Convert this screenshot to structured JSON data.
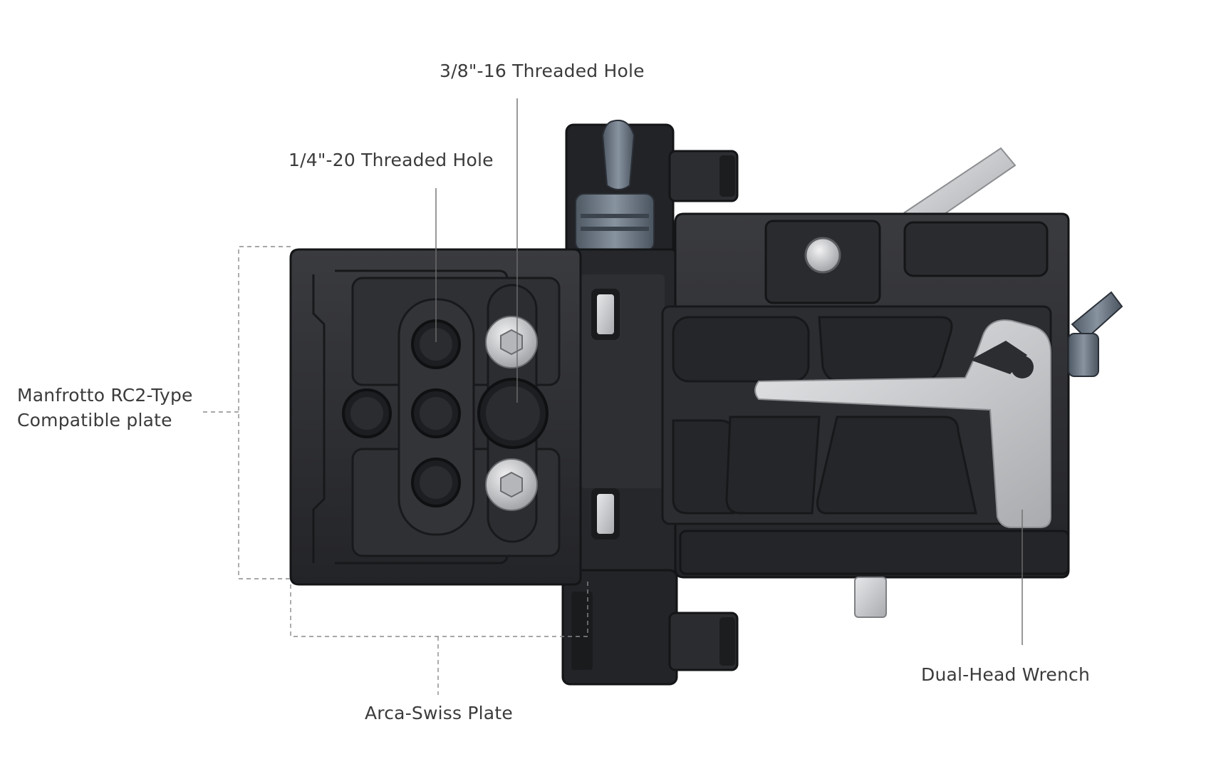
{
  "callouts": {
    "thread_38": "3/8\"-16 Threaded Hole",
    "thread_14": "1/4\"-20 Threaded Hole",
    "manfrotto_line1": "Manfrotto RC2-Type",
    "manfrotto_line2": "Compatible plate",
    "arca": "Arca-Swiss Plate",
    "wrench": "Dual-Head Wrench"
  },
  "colors": {
    "body_dark": "#2a2b2e",
    "body_mid": "#35363a",
    "edge": "#18191b",
    "steel": "#c9cacc",
    "blue_steel": "#6f7a86",
    "label_text": "#3b3b3b"
  }
}
